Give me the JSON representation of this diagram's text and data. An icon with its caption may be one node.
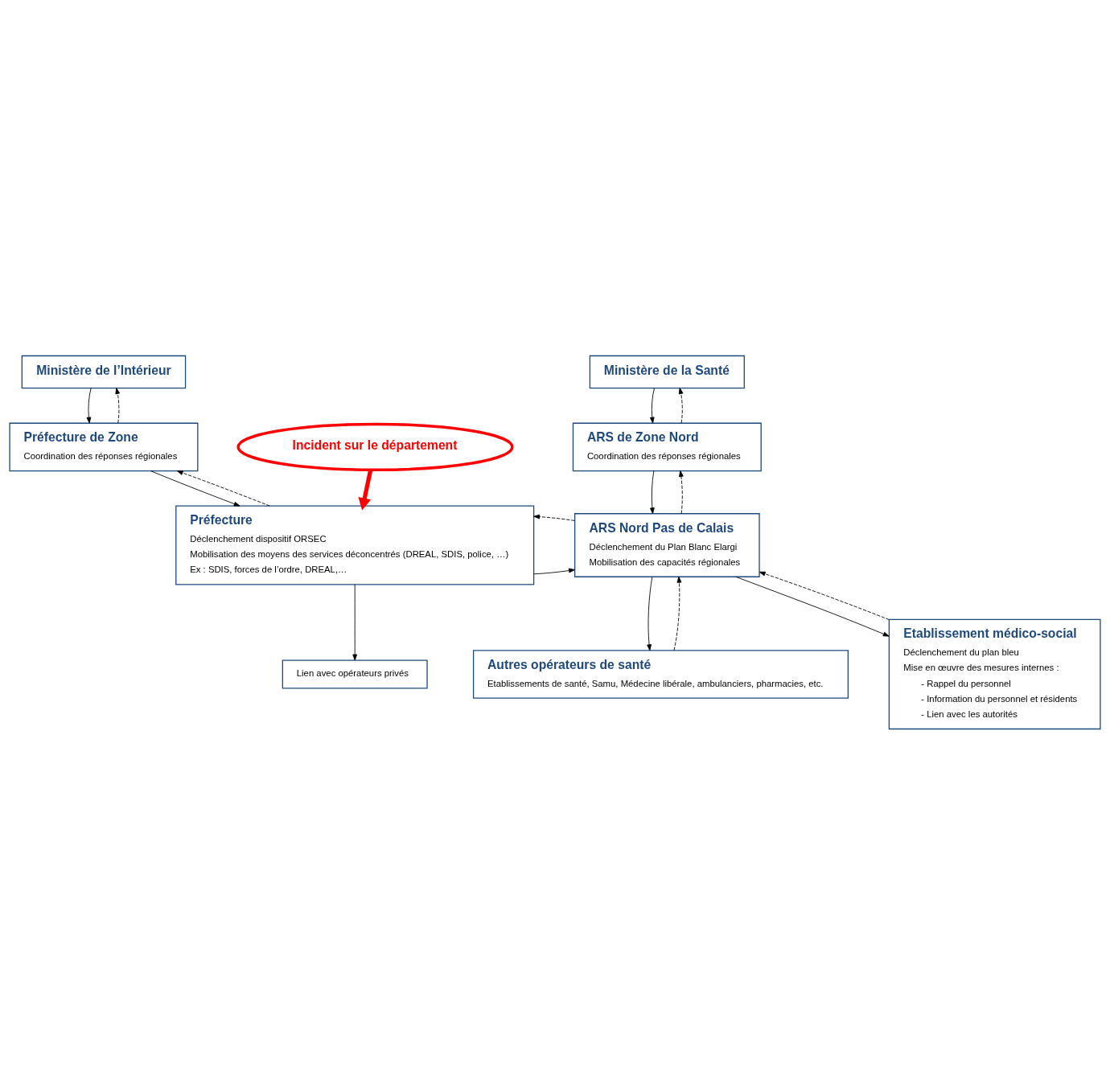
{
  "diagram": {
    "nodes": [
      {
        "text": [
          "Ministère de l’Intérieur"
        ]
      },
      {
        "text": [
          "Ministère de la Santé"
        ]
      },
      {
        "text": [
          "Préfecture de Zone",
          "Coordination des réponses régionales"
        ]
      },
      {
        "text": [
          "ARS de Zone Nord",
          "Coordination des réponses régionales"
        ]
      },
      {
        "text": [
          "Incident sur le département"
        ]
      },
      {
        "text": [
          "Préfecture",
          "Déclenchement dispositif ORSEC",
          "Mobilisation des moyens des services déconcentrés (DREAL, SDIS, police, …)",
          "Ex : SDIS, forces de l’ordre, DREAL,…"
        ]
      },
      {
        "text": [
          "ARS Nord Pas de Calais",
          "Déclenchement du Plan Blanc Elargi",
          "Mobilisation des capacités régionales"
        ]
      },
      {
        "text": [
          "Lien avec opérateurs privés"
        ]
      },
      {
        "text": [
          "Autres opérateurs de santé",
          "Etablissements de santé, Samu, Médecine libérale, ambulanciers, pharmacies, etc."
        ]
      },
      {
        "text": [
          "Etablissement médico-social",
          "Déclenchement du plan bleu",
          "Mise en œuvre des mesures internes :",
          "- Rappel du personnel",
          "- Information du personnel et résidents",
          "- Lien avec les autorités"
        ]
      }
    ],
    "edges": [
      {
        "from": 0,
        "to": 2,
        "arrow": "to"
      },
      {
        "from": 2,
        "to": 0,
        "arrow": "to",
        "style": "dashed"
      },
      {
        "from": 1,
        "to": 3,
        "arrow": "to"
      },
      {
        "from": 3,
        "to": 1,
        "arrow": "to",
        "style": "dashed"
      },
      {
        "from": 2,
        "to": 5,
        "arrow": "to"
      },
      {
        "from": 5,
        "to": 2,
        "arrow": "to",
        "style": "dashed"
      },
      {
        "from": 3,
        "to": 6,
        "arrow": "to"
      },
      {
        "from": 6,
        "to": 3,
        "arrow": "to",
        "style": "dashed"
      },
      {
        "from": 4,
        "to": 5,
        "arrow": "to",
        "style": "thick",
        "color": "#ff0000"
      },
      {
        "from": 5,
        "to": 6,
        "arrow": "to"
      },
      {
        "from": 6,
        "to": 5,
        "arrow": "to",
        "style": "dashed"
      },
      {
        "from": 5,
        "to": 7,
        "arrow": "to"
      },
      {
        "from": 8,
        "to": 6,
        "arrow": "to",
        "style": "dashed"
      },
      {
        "from": 6,
        "to": 8,
        "arrow": "to"
      },
      {
        "from": 9,
        "to": 6,
        "arrow": "to",
        "style": "dashed"
      },
      {
        "from": 6,
        "to": 9,
        "arrow": "to"
      }
    ]
  }
}
